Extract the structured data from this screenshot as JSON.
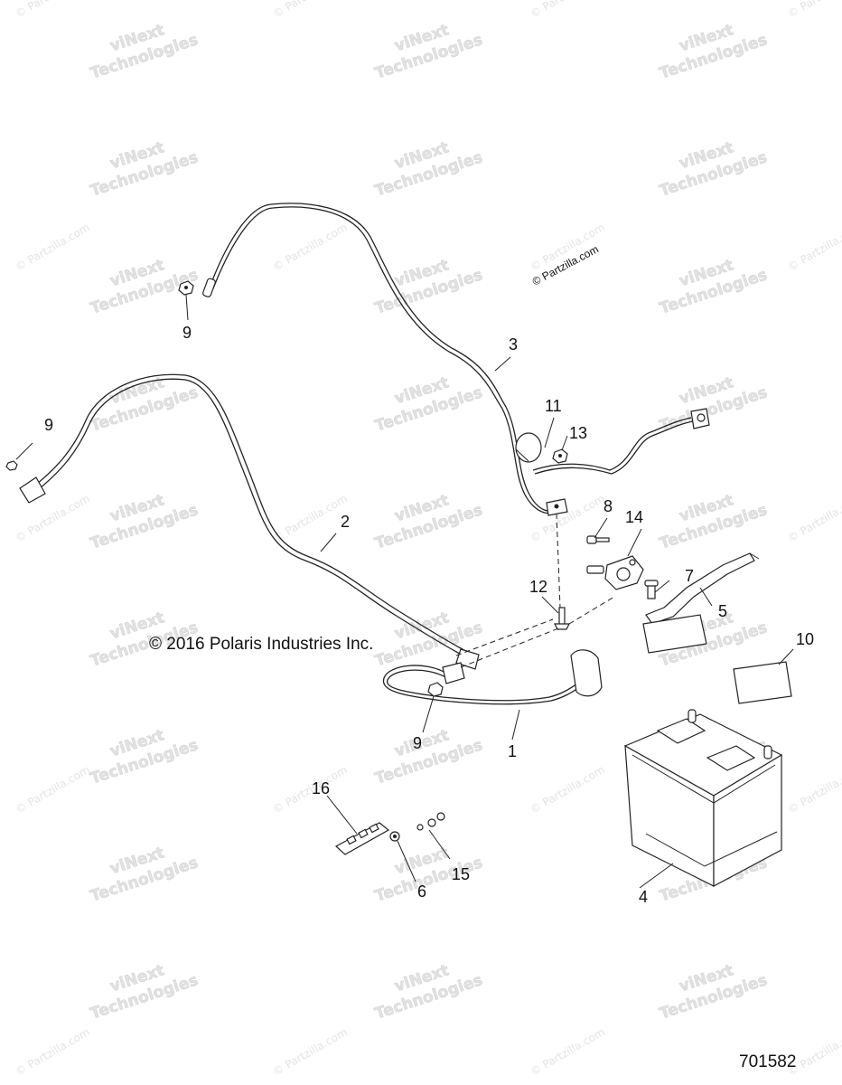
{
  "watermarks": {
    "brand_line1": "viNext",
    "brand_line2": "Technologies",
    "partzilla": "© Partzilla.com"
  },
  "copyright": "© 2016 Polaris Industries Inc.",
  "partzilla_notice": "© Partzilla.com",
  "drawing_number": "701582",
  "callouts": {
    "c1": "1",
    "c2": "2",
    "c3": "3",
    "c4": "4",
    "c5": "5",
    "c6": "6",
    "c7": "7",
    "c8": "8",
    "c9a": "9",
    "c9b": "9",
    "c9c": "9",
    "c10": "10",
    "c11": "11",
    "c12": "12",
    "c13": "13",
    "c14": "14",
    "c15": "15",
    "c16": "16"
  }
}
